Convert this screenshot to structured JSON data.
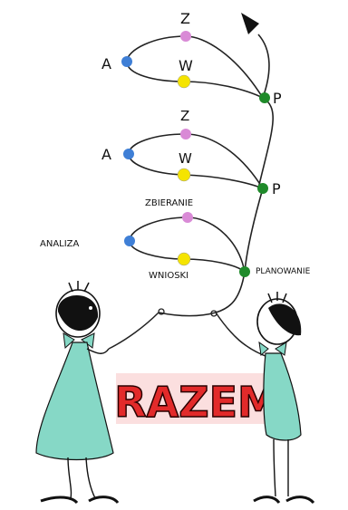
{
  "loop_top": {
    "z": "Z",
    "w": "W",
    "a": "A",
    "p": "P"
  },
  "loop_middle": {
    "z": "Z",
    "w": "W",
    "a": "A",
    "p": "P"
  },
  "loop_bottom": {
    "z": "ZBIERANIE",
    "w": "WNIOSKI",
    "a": "ANALIZA",
    "p": "PLANOWANIE"
  },
  "banner": {
    "text": "RAZEM"
  },
  "colors": {
    "z_dot": "#d98ad6",
    "w_dot": "#f5e400",
    "a_dot": "#3f7fd6",
    "p_dot": "#1f8a2a",
    "banner_fill": "#e22a2a",
    "dress": "#86d8c6",
    "ink": "#111111"
  },
  "icons": [
    "person-left-icon",
    "person-right-icon",
    "spiral-arrow-icon"
  ]
}
